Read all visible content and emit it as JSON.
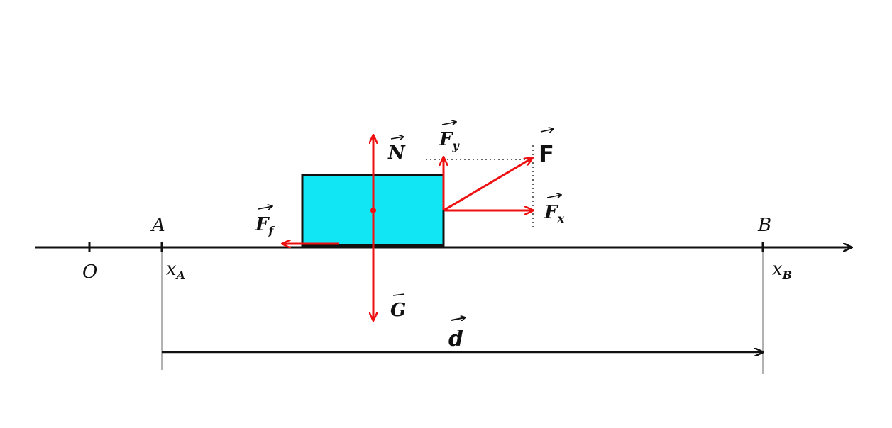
{
  "colors": {
    "axis": "#111111",
    "force": "#ee1111",
    "block_fill": "#11e6f4",
    "block_stroke": "#111111",
    "guide": "#555555"
  },
  "axis_labels": {
    "origin": "O",
    "point_a": "A",
    "point_b": "B",
    "x_a": "x",
    "x_a_sub": "A",
    "x_b": "x",
    "x_b_sub": "B"
  },
  "vector_labels": {
    "normal": "N",
    "gravity": "G",
    "friction": "F",
    "friction_sub": "f",
    "force": "F",
    "force_x": "F",
    "force_x_sub": "x",
    "force_y": "F",
    "force_y_sub": "y",
    "displacement": "d"
  }
}
